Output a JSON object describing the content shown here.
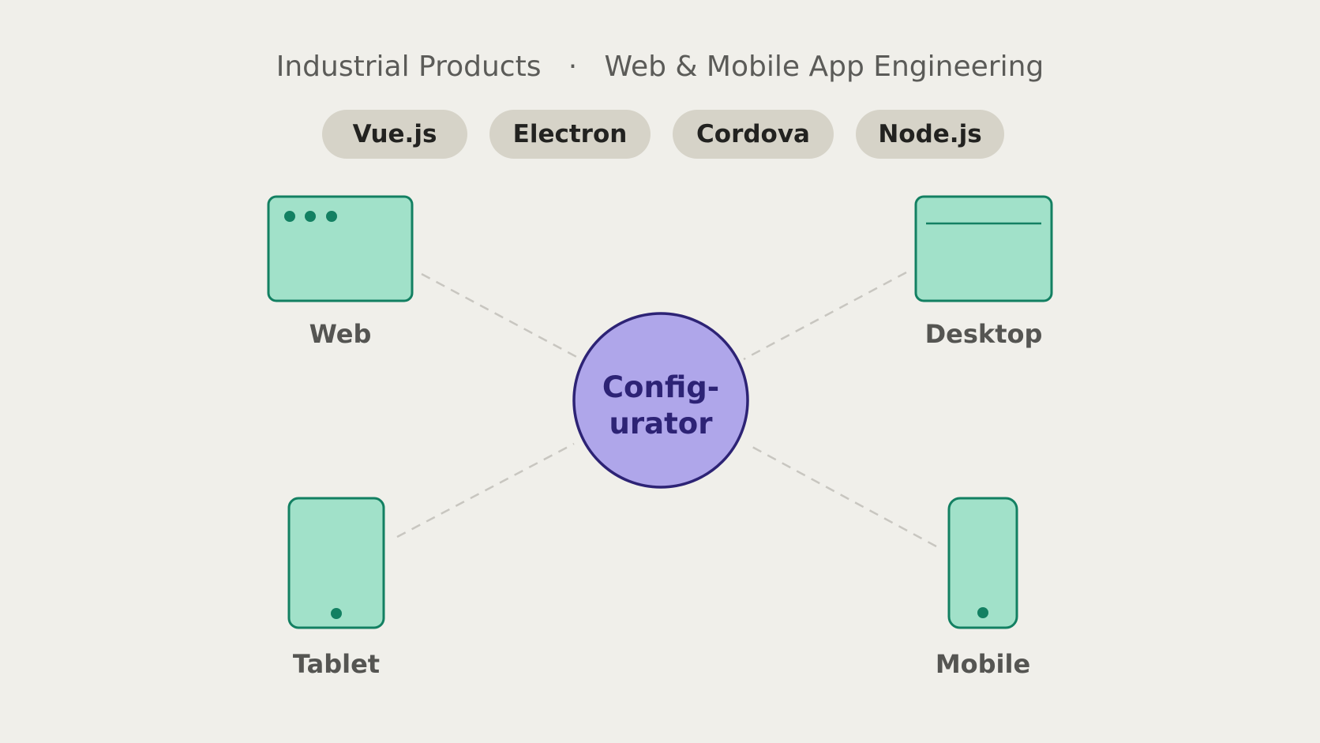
{
  "header": {
    "left": "Industrial Products",
    "separator": "·",
    "right": "Web & Mobile App Engineering"
  },
  "tags": [
    "Vue.js",
    "Electron",
    "Cordova",
    "Node.js"
  ],
  "hub": {
    "line1": "Config-",
    "line2": "urator"
  },
  "devices": {
    "web": "Web",
    "desktop": "Desktop",
    "tablet": "Tablet",
    "mobile": "Mobile"
  },
  "colors": {
    "background": "#f0efea",
    "device_fill": "#a1e1c9",
    "device_stroke": "#138062",
    "hub_fill": "#afa6ea",
    "hub_stroke": "#2d2375",
    "pill_fill": "#d6d3c8",
    "connector": "#c8c6c0"
  }
}
